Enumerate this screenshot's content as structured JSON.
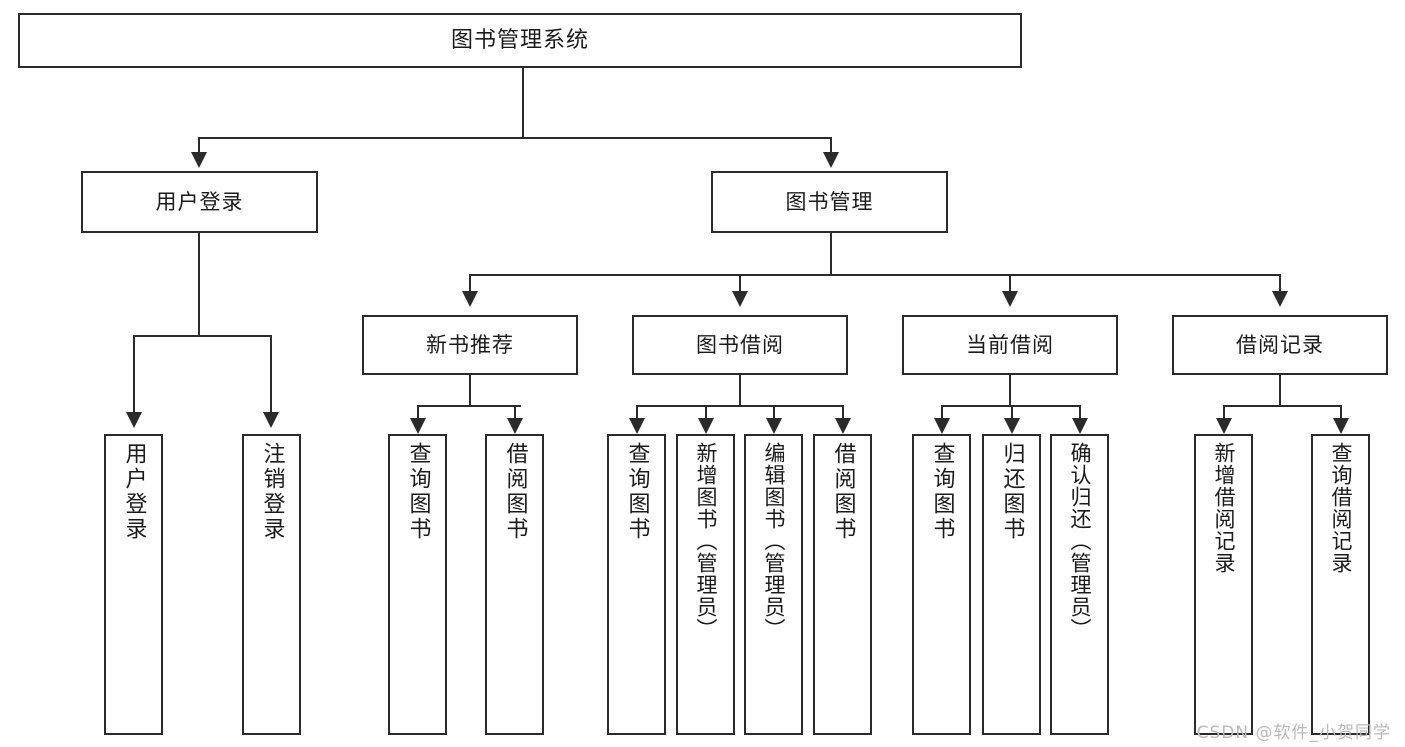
{
  "diagram": {
    "type": "tree",
    "title": "图书管理系统",
    "watermark": "CSDN @软件_小贺同学",
    "colors": {
      "box_border": "#2b2b2b",
      "box_fill": "#ffffff",
      "connector": "#2b2b2b",
      "text": "#1b1b1b",
      "watermark": "#b9b9b9"
    },
    "nodes": {
      "root": "图书管理系统",
      "level1": [
        "用户登录",
        "图书管理"
      ],
      "level2": [
        "新书推荐",
        "图书借阅",
        "当前借阅",
        "借阅记录"
      ],
      "leaves": {
        "user_login": [
          "用户登录",
          "注销登录"
        ],
        "new_book_recommend": [
          "查询图书",
          "借阅图书"
        ],
        "book_borrow": [
          "查询图书",
          "新增图书（管理员）",
          "编辑图书（管理员）",
          "借阅图书"
        ],
        "current_borrow": [
          "查询图书",
          "归还图书",
          "确认归还（管理员）"
        ],
        "borrow_record": [
          "新增借阅记录",
          "查询借阅记录"
        ]
      }
    },
    "edges": [
      {
        "from": "图书管理系统",
        "to": "用户登录"
      },
      {
        "from": "图书管理系统",
        "to": "图书管理"
      },
      {
        "from": "图书管理",
        "to": "新书推荐"
      },
      {
        "from": "图书管理",
        "to": "图书借阅"
      },
      {
        "from": "图书管理",
        "to": "当前借阅"
      },
      {
        "from": "图书管理",
        "to": "借阅记录"
      },
      {
        "from": "用户登录",
        "to": "用户登录"
      },
      {
        "from": "用户登录",
        "to": "注销登录"
      },
      {
        "from": "新书推荐",
        "to": "查询图书"
      },
      {
        "from": "新书推荐",
        "to": "借阅图书"
      },
      {
        "from": "图书借阅",
        "to": "查询图书"
      },
      {
        "from": "图书借阅",
        "to": "新增图书（管理员）"
      },
      {
        "from": "图书借阅",
        "to": "编辑图书（管理员）"
      },
      {
        "from": "图书借阅",
        "to": "借阅图书"
      },
      {
        "from": "当前借阅",
        "to": "查询图书"
      },
      {
        "from": "当前借阅",
        "to": "归还图书"
      },
      {
        "from": "当前借阅",
        "to": "确认归还（管理员）"
      },
      {
        "from": "借阅记录",
        "to": "新增借阅记录"
      },
      {
        "from": "借阅记录",
        "to": "查询借阅记录"
      }
    ]
  }
}
